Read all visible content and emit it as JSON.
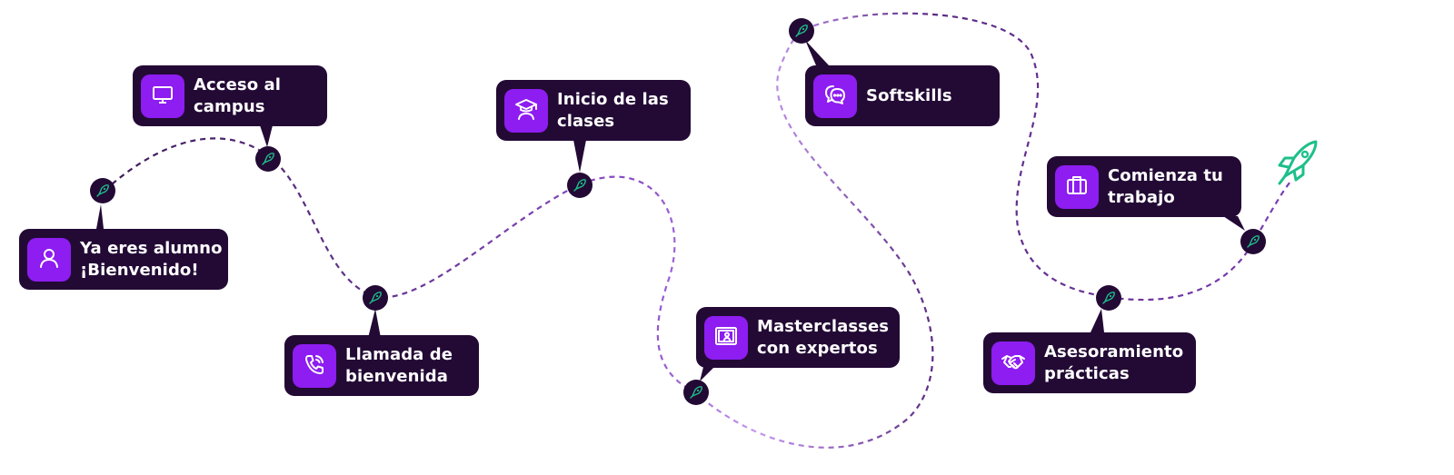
{
  "colors": {
    "card_background": "#230a35",
    "icon_background": "#8d1df0",
    "path_start": "#3b1a55",
    "path_end": "#c79af0",
    "milestone_marker": "#230a35",
    "rocket": "#1dbf8a"
  },
  "steps": [
    {
      "id": "alumno",
      "icon": "user-icon",
      "lines": [
        "Ya eres alumno",
        "¡Bienvenido!"
      ]
    },
    {
      "id": "campus",
      "icon": "monitor-icon",
      "lines": [
        "Acceso al",
        "campus"
      ]
    },
    {
      "id": "llamada",
      "icon": "phone-icon",
      "lines": [
        "Llamada de",
        "bienvenida"
      ]
    },
    {
      "id": "clases",
      "icon": "graduate-icon",
      "lines": [
        "Inicio de las",
        "clases"
      ]
    },
    {
      "id": "masterclasses",
      "icon": "presentation-icon",
      "lines": [
        "Masterclasses",
        "con expertos"
      ]
    },
    {
      "id": "softskills",
      "icon": "chat-bubbles-icon",
      "lines": [
        "Softskills"
      ]
    },
    {
      "id": "asesoramiento",
      "icon": "handshake-icon",
      "lines": [
        "Asesoramiento",
        "prácticas"
      ]
    },
    {
      "id": "trabajo",
      "icon": "briefcase-icon",
      "lines": [
        "Comienza tu",
        "trabajo"
      ]
    }
  ],
  "final_icon": "rocket-icon"
}
